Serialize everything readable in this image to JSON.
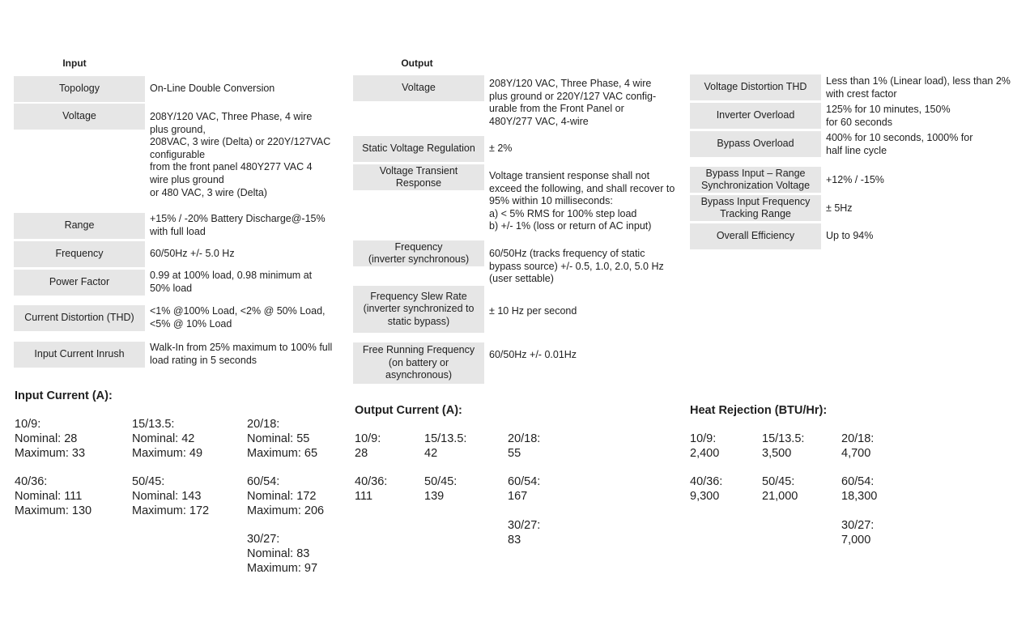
{
  "input": {
    "title": "Input",
    "rows": [
      {
        "label": "Topology",
        "value": "On-Line Double Conversion"
      },
      {
        "label": "Voltage",
        "value": "208Y/120 VAC, Three Phase, 4 wire\nplus ground,\n208VAC, 3 wire (Delta) or 220Y/127VAC\nconfigurable\nfrom the front panel 480Y277 VAC 4\nwire plus ground\nor 480 VAC, 3 wire (Delta)"
      },
      {
        "label": "Range",
        "value": "+15% / -20% Battery Discharge@-15%\nwith full load"
      },
      {
        "label": "Frequency",
        "value": "60/50Hz +/- 5.0 Hz"
      },
      {
        "label": "Power Factor",
        "value": "0.99 at 100% load, 0.98 minimum at\n50% load"
      },
      {
        "label": "Current Distortion (THD)",
        "value": "<1% @100% Load, <2% @ 50% Load,\n<5% @ 10% Load"
      },
      {
        "label": "Input Current Inrush",
        "value": "Walk-In from 25% maximum to 100% full\nload rating in 5 seconds"
      }
    ]
  },
  "output": {
    "title": "Output",
    "rows": [
      {
        "label": "Voltage",
        "value": "208Y/120 VAC, Three Phase, 4 wire\nplus ground or 220Y/127 VAC config-\nurable from the Front Panel or\n480Y/277 VAC, 4-wire"
      },
      {
        "label": "Static Voltage Regulation",
        "value": "± 2%"
      },
      {
        "label": "Voltage Transient Response",
        "value": "Voltage transient response shall not\nexceed the following, and shall recover to\n95% within 10 milliseconds:\na) < 5% RMS for 100% step load\nb) +/- 1% (loss or return of AC input)"
      },
      {
        "label": "Frequency\n(inverter synchronous)",
        "value": "60/50Hz (tracks frequency of static\nbypass source) +/- 0.5, 1.0, 2.0, 5.0 Hz\n(user settable)"
      },
      {
        "label": "Frequency Slew Rate\n(inverter synchronized to\nstatic bypass)",
        "value": "± 10 Hz per second"
      },
      {
        "label": "Free Running Frequency\n(on battery or\nasynchronous)",
        "value": "60/50Hz +/- 0.01Hz"
      }
    ]
  },
  "other": {
    "rows": [
      {
        "label": "Voltage Distortion THD",
        "value": "Less than 1% (Linear load), less than 2%\nwith crest factor"
      },
      {
        "label": "Inverter Overload",
        "value": "125% for 10 minutes, 150%\nfor 60 seconds"
      },
      {
        "label": "Bypass Overload",
        "value": "400% for 10 seconds, 1000% for\nhalf line cycle"
      },
      {
        "label": "Bypass Input – Range\nSynchronization Voltage",
        "value": "+12% / -15%"
      },
      {
        "label": "Bypass Input Frequency\nTracking Range",
        "value": "± 5Hz"
      },
      {
        "label": "Overall Efficiency",
        "value": "Up to 94%"
      }
    ]
  },
  "input_current": {
    "title": "Input Current (A):",
    "cells": [
      "10/9:\nNominal: 28\nMaximum: 33",
      "15/13.5:\nNominal: 42\nMaximum: 49",
      "20/18:\nNominal: 55\nMaximum: 65",
      "40/36:\nNominal: 111\nMaximum: 130",
      "50/45:\nNominal: 143\nMaximum: 172",
      "60/54:\nNominal: 172\nMaximum: 206",
      "30/27:\nNominal: 83\nMaximum: 97"
    ]
  },
  "output_current": {
    "title": "Output Current (A):",
    "cells": [
      "10/9:\n28",
      "15/13.5:\n42",
      "20/18:\n55",
      "40/36:\n111",
      "50/45:\n139",
      "60/54:\n167",
      "30/27:\n83"
    ]
  },
  "heat_rejection": {
    "title": "Heat Rejection (BTU/Hr):",
    "cells": [
      "10/9:\n2,400",
      "15/13.5:\n3,500",
      "20/18:\n4,700",
      "40/36:\n9,300",
      "50/45:\n21,000",
      "60/54:\n18,300",
      "30/27:\n7,000"
    ]
  }
}
